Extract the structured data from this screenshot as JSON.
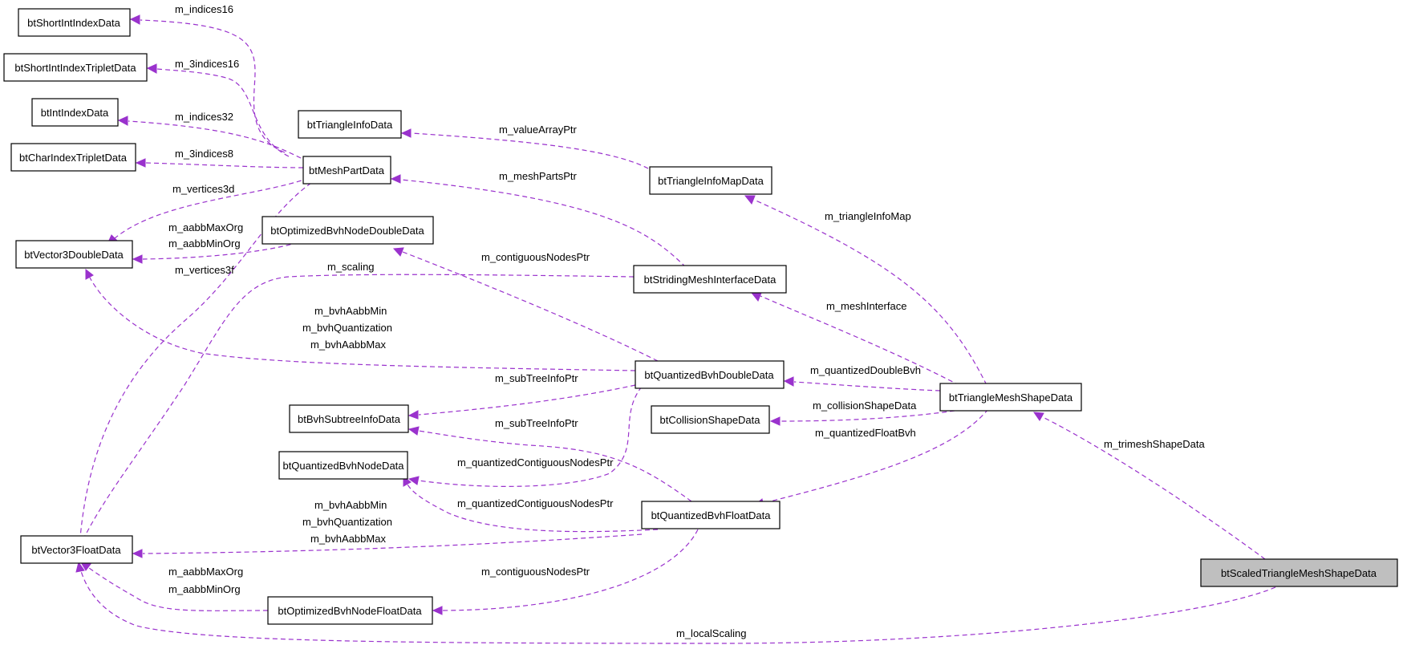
{
  "nodes": [
    {
      "id": "n0",
      "label": "btShortIntIndexData"
    },
    {
      "id": "n1",
      "label": "btShortIntIndexTripletData"
    },
    {
      "id": "n2",
      "label": "btIntIndexData"
    },
    {
      "id": "n3",
      "label": "btCharIndexTripletData"
    },
    {
      "id": "n4",
      "label": "btVector3DoubleData"
    },
    {
      "id": "n5",
      "label": "btVector3FloatData"
    },
    {
      "id": "n6",
      "label": "btTriangleInfoData"
    },
    {
      "id": "n7",
      "label": "btMeshPartData"
    },
    {
      "id": "n8",
      "label": "btOptimizedBvhNodeDoubleData"
    },
    {
      "id": "n9",
      "label": "btBvhSubtreeInfoData"
    },
    {
      "id": "n10",
      "label": "btQuantizedBvhNodeData"
    },
    {
      "id": "n11",
      "label": "btOptimizedBvhNodeFloatData"
    },
    {
      "id": "n12",
      "label": "btTriangleInfoMapData"
    },
    {
      "id": "n13",
      "label": "btStridingMeshInterfaceData"
    },
    {
      "id": "n14",
      "label": "btQuantizedBvhDoubleData"
    },
    {
      "id": "n15",
      "label": "btCollisionShapeData"
    },
    {
      "id": "n16",
      "label": "btQuantizedBvhFloatData"
    },
    {
      "id": "n17",
      "label": "btTriangleMeshShapeData"
    },
    {
      "id": "n18",
      "label": "btScaledTriangleMeshShapeData"
    }
  ],
  "edges": [
    {
      "id": "e0",
      "labels": [
        "m_indices16"
      ]
    },
    {
      "id": "e1",
      "labels": [
        "m_3indices16"
      ]
    },
    {
      "id": "e2",
      "labels": [
        "m_indices32"
      ]
    },
    {
      "id": "e3",
      "labels": [
        "m_3indices8"
      ]
    },
    {
      "id": "e4",
      "labels": [
        "m_vertices3d"
      ]
    },
    {
      "id": "e5",
      "labels": [
        "m_vertices3f"
      ]
    },
    {
      "id": "e6",
      "labels": [
        "m_aabbMaxOrg",
        "m_aabbMinOrg"
      ]
    },
    {
      "id": "e7",
      "labels": [
        "m_valueArrayPtr"
      ]
    },
    {
      "id": "e8",
      "labels": [
        "m_meshPartsPtr"
      ]
    },
    {
      "id": "e9",
      "labels": [
        "m_scaling"
      ]
    },
    {
      "id": "e10",
      "labels": [
        "m_contiguousNodesPtr"
      ]
    },
    {
      "id": "e11",
      "labels": [
        "m_bvhAabbMin",
        "m_bvhQuantization",
        "m_bvhAabbMax"
      ]
    },
    {
      "id": "e12",
      "labels": [
        "m_subTreeInfoPtr"
      ]
    },
    {
      "id": "e13",
      "labels": [
        "m_quantizedContiguousNodesPtr"
      ]
    },
    {
      "id": "e14",
      "labels": [
        "m_subTreeInfoPtr"
      ]
    },
    {
      "id": "e15",
      "labels": [
        "m_quantizedContiguousNodesPtr"
      ]
    },
    {
      "id": "e16",
      "labels": [
        "m_bvhAabbMin",
        "m_bvhQuantization",
        "m_bvhAabbMax"
      ]
    },
    {
      "id": "e17",
      "labels": [
        "m_contiguousNodesPtr"
      ]
    },
    {
      "id": "e18",
      "labels": [
        "m_aabbMaxOrg",
        "m_aabbMinOrg"
      ]
    },
    {
      "id": "e19",
      "labels": [
        "m_triangleInfoMap"
      ]
    },
    {
      "id": "e20",
      "labels": [
        "m_meshInterface"
      ]
    },
    {
      "id": "e21",
      "labels": [
        "m_quantizedDoubleBvh"
      ]
    },
    {
      "id": "e22",
      "labels": [
        "m_collisionShapeData"
      ]
    },
    {
      "id": "e23",
      "labels": [
        "m_quantizedFloatBvh"
      ]
    },
    {
      "id": "e24",
      "labels": [
        "m_trimeshShapeData"
      ]
    },
    {
      "id": "e25",
      "labels": [
        "m_localScaling"
      ]
    }
  ],
  "colors": {
    "edge": "#9a32cd",
    "root_fill": "#bfbfbf"
  }
}
